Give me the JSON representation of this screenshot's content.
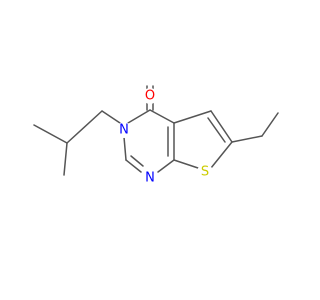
{
  "molecule": {
    "atoms": {
      "oxygen": {
        "label": "O",
        "color": "#ff0000"
      },
      "n3": {
        "label": "N",
        "color": "#0000ff"
      },
      "n1": {
        "label": "N",
        "color": "#0000ff"
      },
      "sulfur": {
        "label": "S",
        "color": "#cccc00"
      }
    },
    "bond_color": "#555555"
  }
}
